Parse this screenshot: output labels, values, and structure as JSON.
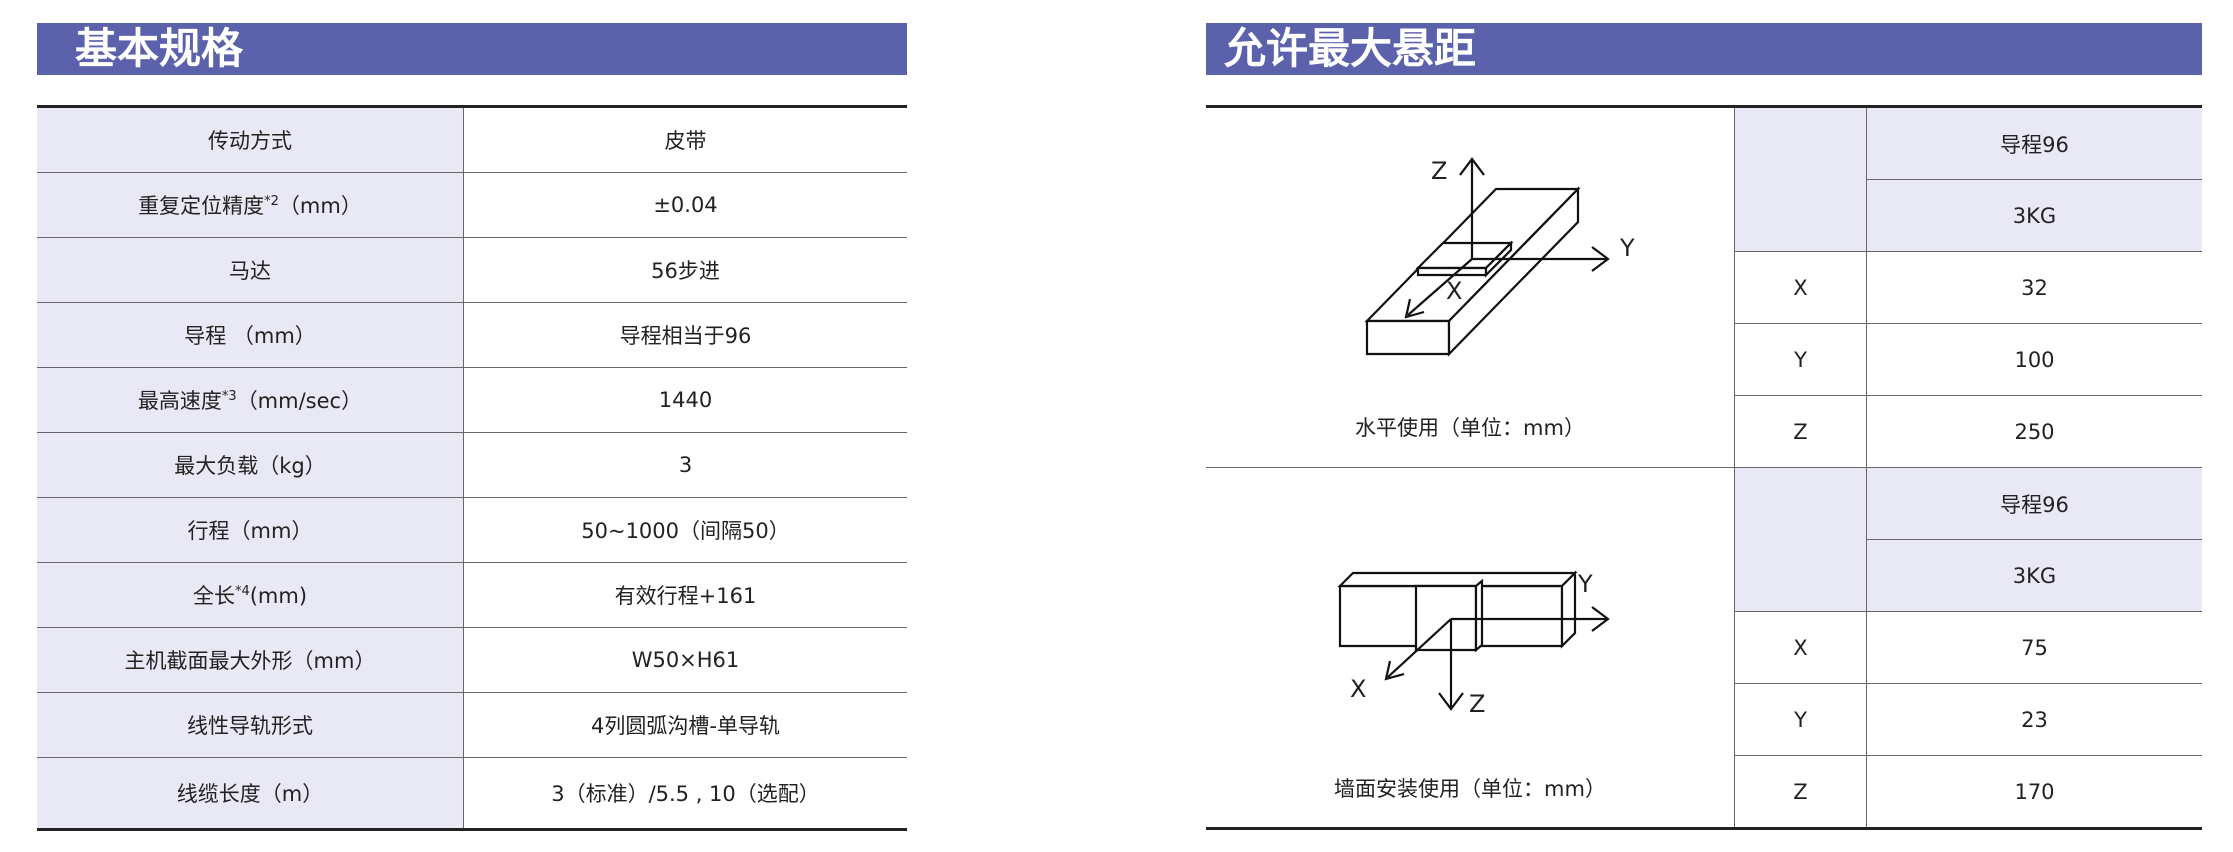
{
  "left": {
    "title": "基本规格",
    "rows": [
      {
        "label": "传动方式",
        "value": "皮带"
      },
      {
        "label": "重复定位精度",
        "sup": "*2",
        "label_suffix": "（mm）",
        "value": "±0.04"
      },
      {
        "label": "马达",
        "value": "56步进"
      },
      {
        "label": "导程 （mm）",
        "value": "导程相当于96"
      },
      {
        "label": "最高速度",
        "sup": "*3",
        "label_suffix": "（mm/sec）",
        "value": "1440"
      },
      {
        "label": "最大负载（kg）",
        "value": "3"
      },
      {
        "label": "行程（mm）",
        "value": "50~1000（间隔50）"
      },
      {
        "label": "全长",
        "sup": "*4",
        "label_suffix": "(mm)",
        "value": "有效行程+161"
      },
      {
        "label": "主机截面最大外形（mm）",
        "value": "W50×H61"
      },
      {
        "label": "线性导轨形式",
        "value": "4列圆弧沟槽-单导轨"
      },
      {
        "label": "线缆长度（m）",
        "value": "3（标准）/5.5 , 10（选配）"
      }
    ]
  },
  "right": {
    "title": "允许最大悬距",
    "sections": [
      {
        "caption": "水平使用（单位：mm）",
        "diagram_labels": {
          "z": "Z",
          "y": "Y",
          "x": "X"
        },
        "lead": "导程96",
        "load": "3KG",
        "rows": [
          {
            "axis": "X",
            "value": "32"
          },
          {
            "axis": "Y",
            "value": "100"
          },
          {
            "axis": "Z",
            "value": "250"
          }
        ]
      },
      {
        "caption": "墙面安装使用（单位：mm）",
        "diagram_labels": {
          "z": "Z",
          "y": "Y",
          "x": "X"
        },
        "lead": "导程96",
        "load": "3KG",
        "rows": [
          {
            "axis": "X",
            "value": "75"
          },
          {
            "axis": "Y",
            "value": "23"
          },
          {
            "axis": "Z",
            "value": "170"
          }
        ]
      }
    ]
  },
  "colors": {
    "header_bg": "#5b62ab",
    "label_bg": "#e9e9f6"
  }
}
